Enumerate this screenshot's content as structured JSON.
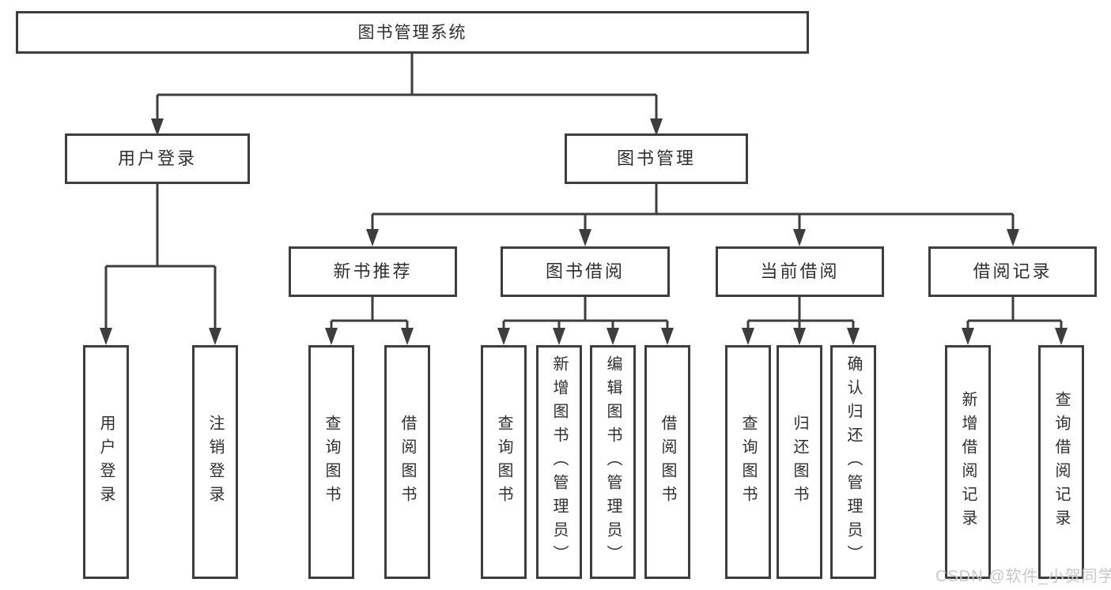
{
  "colors": {
    "line": "#3d3d3d",
    "text": "#2f2f2f",
    "watermark": "#c8c8c8",
    "background": "#ffffff"
  },
  "tree": {
    "root": {
      "label": "图书管理系统"
    },
    "login": {
      "label": "用户登录",
      "children": [
        {
          "label": "用户登录"
        },
        {
          "label": "注销登录"
        }
      ]
    },
    "management": {
      "label": "图书管理",
      "sections": [
        {
          "label": "新书推荐",
          "children": [
            {
              "label": "查询图书"
            },
            {
              "label": "借阅图书"
            }
          ]
        },
        {
          "label": "图书借阅",
          "children": [
            {
              "label": "查询图书"
            },
            {
              "label": "新增图书（管理员）"
            },
            {
              "label": "编辑图书（管理员）"
            },
            {
              "label": "借阅图书"
            }
          ]
        },
        {
          "label": "当前借阅",
          "children": [
            {
              "label": "查询图书"
            },
            {
              "label": "归还图书"
            },
            {
              "label": "确认归还（管理员）"
            }
          ]
        },
        {
          "label": "借阅记录",
          "children": [
            {
              "label": "新增借阅记录"
            },
            {
              "label": "查询借阅记录"
            }
          ]
        }
      ]
    }
  },
  "watermark": {
    "text": "CSDN @软件_小贺同学"
  }
}
